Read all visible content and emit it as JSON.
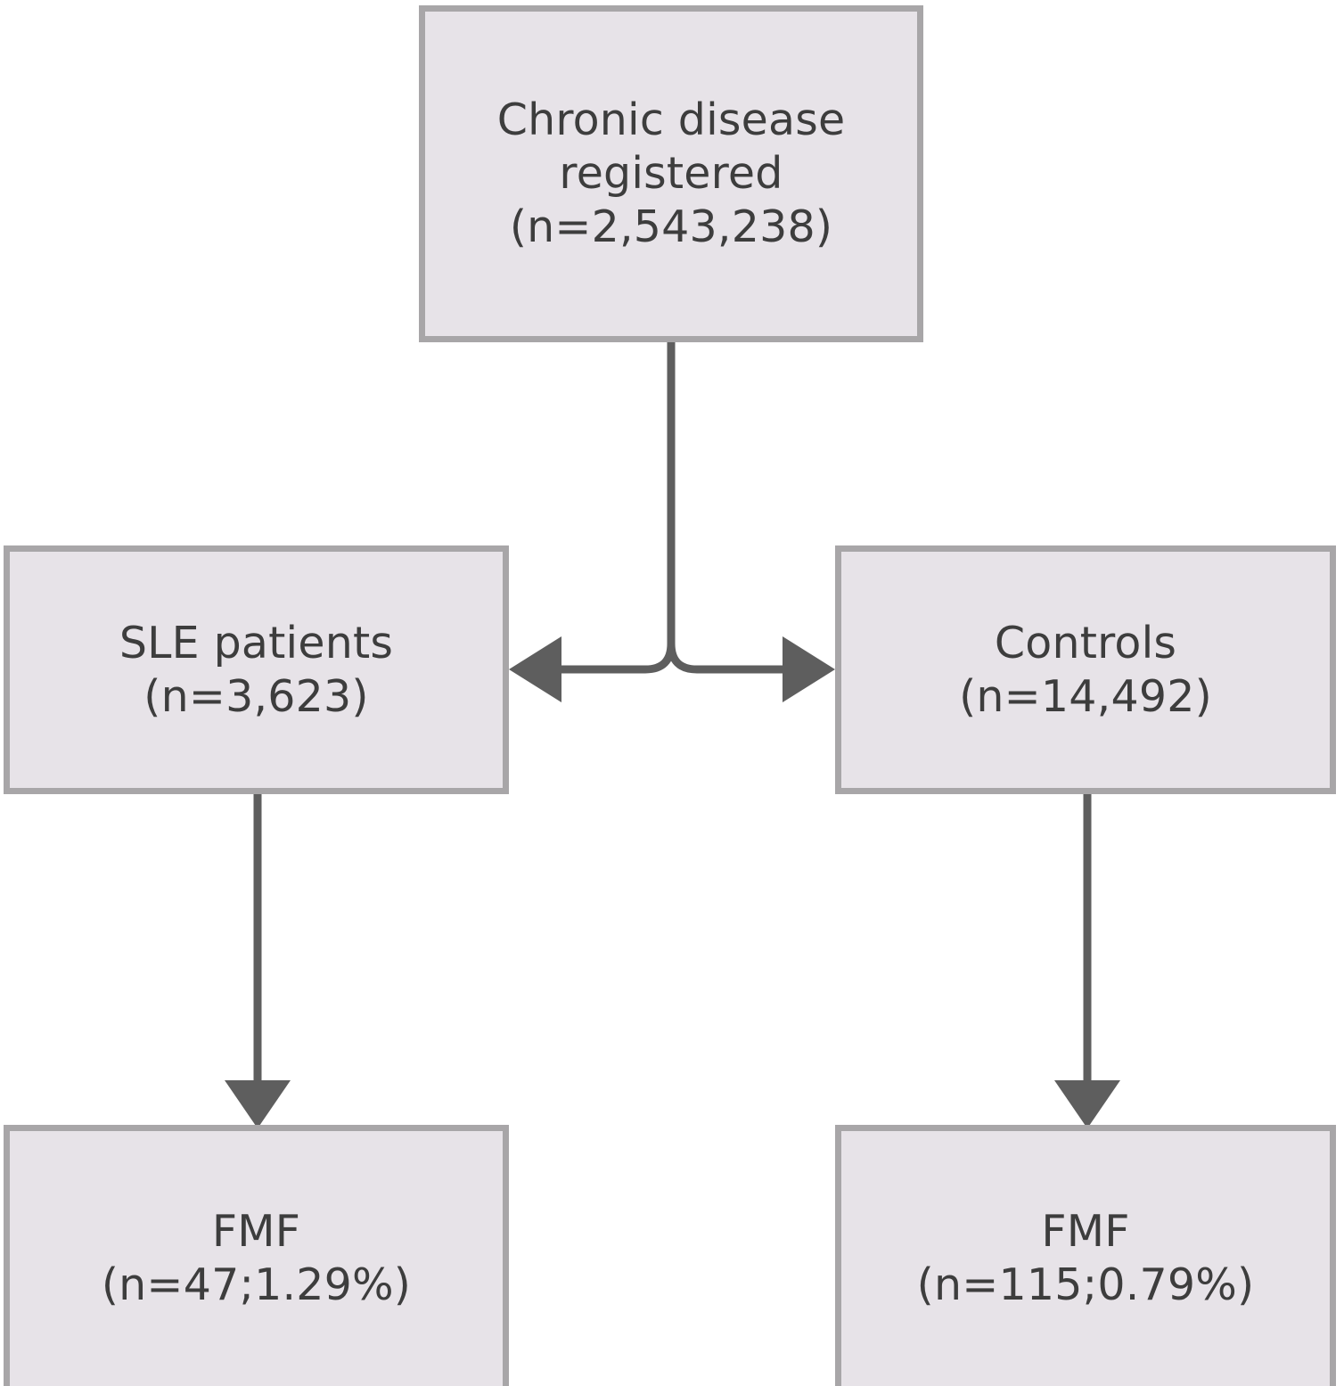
{
  "figure": {
    "type": "flowchart",
    "orientation": "top-down",
    "background_color": "#ffffff",
    "node_fill_color": "#e7e3e8",
    "node_border_color": "#a8a6a8",
    "text_color": "#3d3d3d",
    "connector_color": "#5e5e5e"
  },
  "nodes": {
    "root": {
      "label": "Chronic disease\nregistered\n(n=2,543,238)",
      "line1": "Chronic disease",
      "line2": "registered",
      "line3": "(n=2,543,238)",
      "count": "2,543,238"
    },
    "sle": {
      "label": "SLE patients\n(n=3,623)",
      "line1": "SLE patients",
      "line2": "(n=3,623)",
      "count": "3,623"
    },
    "controls": {
      "label": "Controls\n(n=14,492)",
      "line1": "Controls",
      "line2": "(n=14,492)",
      "count": "14,492"
    },
    "fmf_sle": {
      "label": "FMF\n(n=47;1.29%)",
      "line1": "FMF",
      "line2": "(n=47;1.29%)",
      "count": "47",
      "percent": "1.29%"
    },
    "fmf_controls": {
      "label": "FMF\n(n=115;0.79%)",
      "line1": "FMF",
      "line2": "(n=115;0.79%)",
      "count": "115",
      "percent": "0.79%"
    }
  },
  "edges": [
    {
      "from": "root",
      "to": "sle",
      "style": "split-arrow-left",
      "arrowhead": "filled-triangle"
    },
    {
      "from": "root",
      "to": "controls",
      "style": "split-arrow-right",
      "arrowhead": "filled-triangle"
    },
    {
      "from": "sle",
      "to": "fmf_sle",
      "style": "vertical-arrow-down",
      "arrowhead": "filled-triangle"
    },
    {
      "from": "controls",
      "to": "fmf_controls",
      "style": "vertical-arrow-down",
      "arrowhead": "filled-triangle"
    }
  ]
}
